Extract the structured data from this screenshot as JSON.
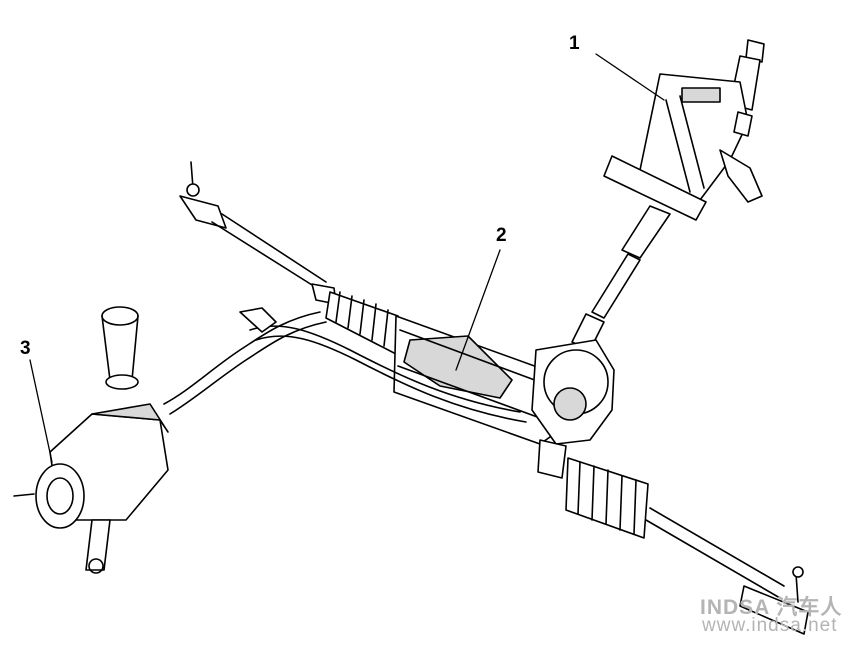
{
  "callouts": {
    "one": "1",
    "two": "2",
    "three": "3"
  },
  "watermark": {
    "logo": "INDSA 汽车人",
    "url": "www.indsa.net"
  },
  "colors": {
    "line": "#000000",
    "fill": "#ffffff",
    "shade": "#d8d8d8",
    "watermark": "#b4b4b4"
  }
}
